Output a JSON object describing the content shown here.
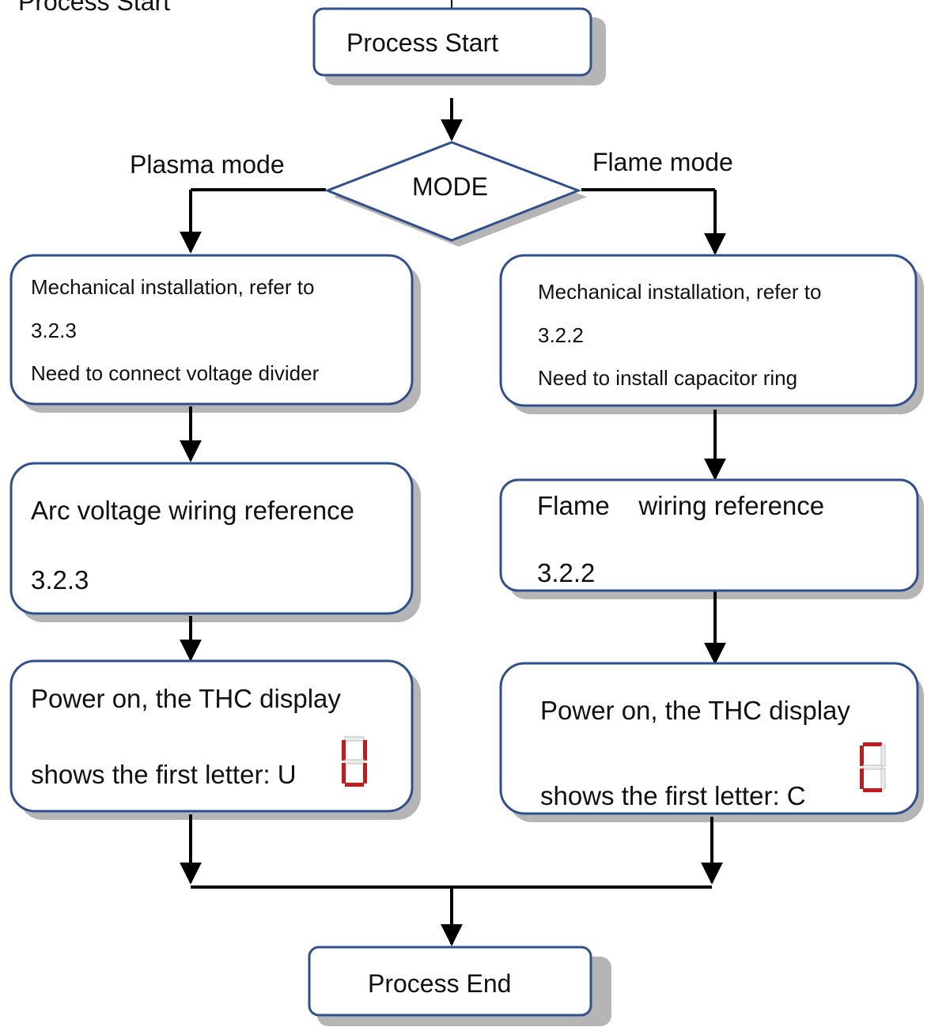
{
  "corner_label": "Process Start",
  "start": "Process Start",
  "decision": "MODE",
  "branches": {
    "left": "Plasma mode",
    "right": "Flame mode"
  },
  "left": {
    "install": [
      "Mechanical installation, refer to",
      "3.2.3",
      "Need to connect voltage divider"
    ],
    "wiring": [
      "Arc voltage wiring reference",
      "3.2.3"
    ],
    "power": [
      "Power on, the THC display",
      "shows the first letter: U"
    ]
  },
  "right": {
    "install": [
      "Mechanical installation, refer to",
      "3.2.2",
      "Need to install capacitor ring"
    ],
    "wiring": [
      "Flame    wiring reference",
      "3.2.2"
    ],
    "power": [
      "Power on, the THC display",
      "shows the first letter: C"
    ]
  },
  "end": "Process End",
  "colors": {
    "box_border": "#2f4f8f",
    "shadow": "#b5b5b5",
    "line": "#000000",
    "seg_on": "#c41a1a",
    "seg_off": "#ececec"
  }
}
